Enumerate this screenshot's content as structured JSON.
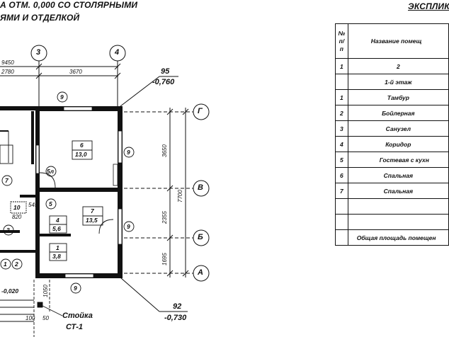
{
  "plan": {
    "title_line1": "А ОТМ. 0,000 СО СТОЛЯРНЫМИ",
    "title_line2": "ЯМИ И ОТДЕЛКОЙ",
    "axes": {
      "axis3": "3",
      "axis4": "4",
      "axisG": "Г",
      "axisV": "В",
      "axisB": "Б",
      "axisA": "А"
    },
    "dims_top": {
      "total": "9450",
      "d1": "2780",
      "d2": "3670"
    },
    "dims_right": {
      "d_upper": "3650",
      "d_total": "7700",
      "d_mid": "2355",
      "d_lower": "1695"
    },
    "dims_misc": {
      "d820": "820",
      "d545": "545",
      "d1050": "1050",
      "d100": "100",
      "d50": "50"
    },
    "marks": {
      "top_right_num": "95",
      "top_right_level": "-0,760",
      "bottom_right_num": "92",
      "bottom_right_level": "-0,730",
      "left_level": "-0,020",
      "window9_top": "9",
      "window9_right_upper": "9",
      "window9_right_lower": "9",
      "window9_bottom": "9",
      "c7": "7",
      "c5l": "5л",
      "c5": "5",
      "c10": "10",
      "c3": "3",
      "c1": "1",
      "c2": "2"
    },
    "rooms": [
      {
        "num": "6",
        "area": "13,0"
      },
      {
        "num": "7",
        "area": "13,5"
      },
      {
        "num": "4",
        "area": "5,6"
      },
      {
        "num": "1",
        "area": "3,8"
      }
    ],
    "post_label": "Стойка",
    "post_code": "СТ-1"
  },
  "explication": {
    "title": "ЭКСПЛИКА",
    "header_num": "№\nп/п",
    "header_name": "Название помещ",
    "col_numbers": [
      "1",
      "2"
    ],
    "floor_label": "1-й этаж",
    "rows": [
      {
        "num": "1",
        "name": "Тамбур"
      },
      {
        "num": "2",
        "name": "Бойлерная"
      },
      {
        "num": "3",
        "name": "Санузел"
      },
      {
        "num": "4",
        "name": "Коридор"
      },
      {
        "num": "5",
        "name": "Гостевая с кухн"
      },
      {
        "num": "6",
        "name": "Спальная"
      },
      {
        "num": "7",
        "name": "Спальная"
      }
    ],
    "total_label": "Общая площадь помещен"
  }
}
